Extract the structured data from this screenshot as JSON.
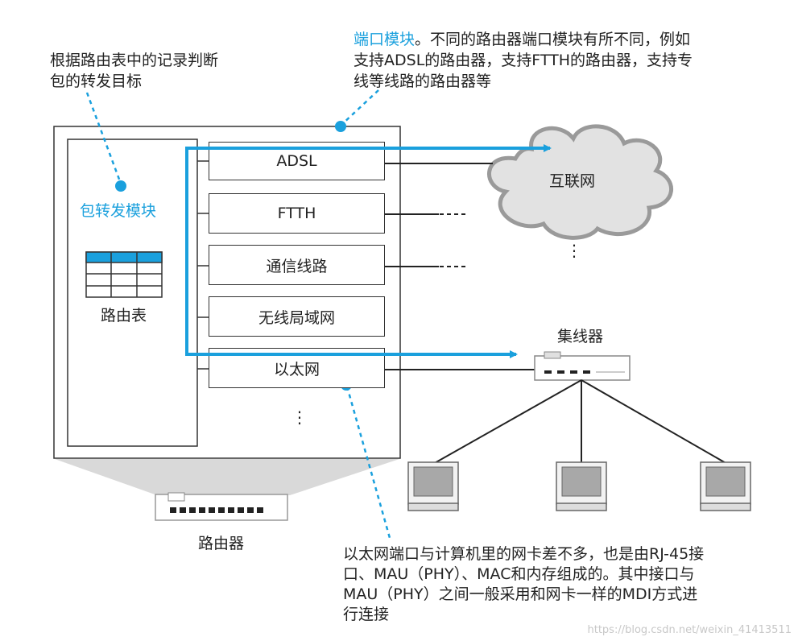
{
  "notes": {
    "forwarding_note": [
      "根据路由表中的记录判断",
      "包的转发目标"
    ],
    "port_note_title": "端口模块",
    "port_note_lines": [
      "。不同的路由器端口模块有所不同，例如",
      "支持ADSL的路由器，支持FTTH的路由器，支持专",
      "线等线路的路由器等"
    ],
    "ethernet_note": [
      "以太网端口与计算机里的网卡差不多，也是由RJ-45接",
      "口、MAU（PHY）、MAC和内存组成的。其中接口与",
      "MAU（PHY）之间一般采用和网卡一样的MDI方式进",
      "行连接"
    ]
  },
  "router": {
    "forwarding_module_label": "包转发模块",
    "routing_table_label": "路由表",
    "device_label": "路由器",
    "ports": [
      "ADSL",
      "FTTH",
      "通信线路",
      "无线局域网",
      "以太网"
    ],
    "more_ports": "⋮"
  },
  "network": {
    "internet_label": "互联网",
    "internet_more": "⋮",
    "hub_label": "集线器",
    "dash": "----"
  },
  "watermark": "https://blog.csdn.net/weixin_41413511",
  "colors": {
    "accent": "#1aa0dd",
    "line": "#222222",
    "gray": "#b8b8b8"
  }
}
